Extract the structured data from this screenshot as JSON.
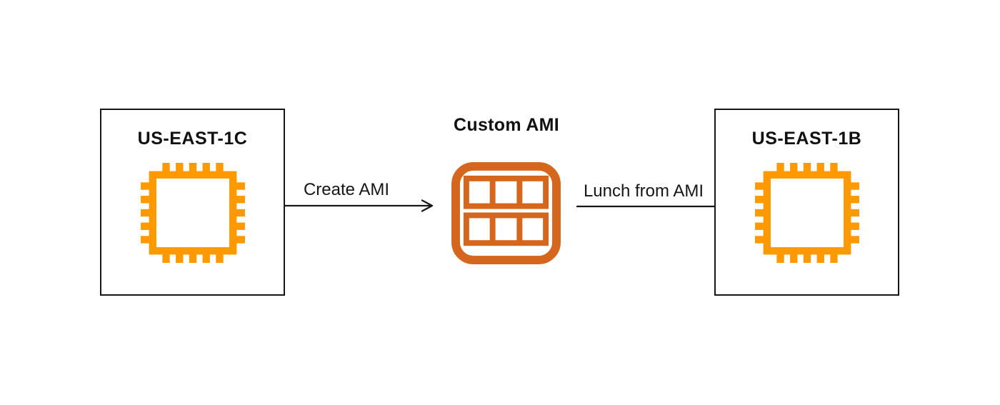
{
  "diagram": {
    "background_color": "#ffffff",
    "colors": {
      "instance_icon_orange": "#FF9900",
      "ami_icon_orange": "#D4661E",
      "line_black": "#161616"
    },
    "left_box": {
      "title": "US-EAST-1C",
      "icon": "ec2-instance-chip"
    },
    "right_box": {
      "title": "US-EAST-1B",
      "icon": "ec2-instance-chip"
    },
    "center": {
      "title": "Custom AMI",
      "icon": "ami-grid"
    },
    "arrows": [
      {
        "label": "Create AMI",
        "from": "US-EAST-1C",
        "to": "Custom AMI"
      },
      {
        "label": "Lunch from AMI",
        "from": "Custom AMI",
        "to": "US-EAST-1B"
      }
    ]
  }
}
